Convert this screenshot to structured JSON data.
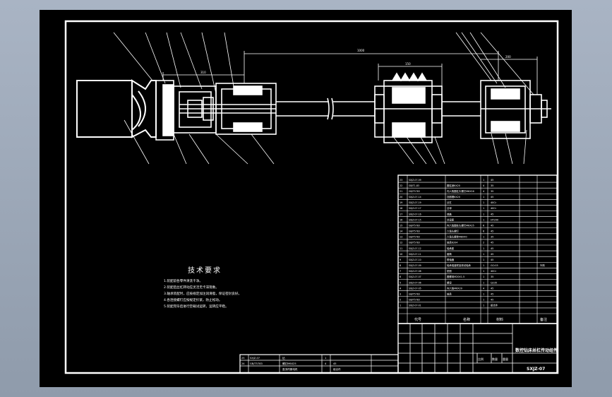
{
  "technical_requirements": {
    "title": "技术要求",
    "items": [
      "1.装配前各零件清洗干净。",
      "2.装配后丝杠转动应灵活无卡滞现象。",
      "3.轴承装配时，应按规定加注润滑脂，保证密封良好。",
      "4.各连接螺钉应按规定拧紧，防止松动。",
      "5.装配完毕后进行空载试运转，运转应平稳。"
    ]
  },
  "bom": {
    "headers": [
      "代号",
      "名称",
      "材料",
      "备注"
    ],
    "rows": [
      {
        "no": "23",
        "code": "SXJZ-07-09",
        "name": "",
        "qty": "1",
        "material": "45"
      },
      {
        "no": "22",
        "code": "GB/T1-83",
        "name": "圆柱销6X20",
        "qty": "4",
        "material": "35"
      },
      {
        "no": "21",
        "code": "GB/T5783",
        "name": "内六角圆柱头螺钉M6X16",
        "qty": "4",
        "material": "35"
      },
      {
        "no": "20",
        "code": "SXJZ-07-14",
        "name": "挡圈槽6X20",
        "qty": "1",
        "material": "45"
      },
      {
        "no": "19",
        "code": "SXJZ-07-19",
        "name": "丝杠",
        "qty": "1",
        "material": "40Cr"
      },
      {
        "no": "18",
        "code": "SXJZ-07-17",
        "name": "丝母",
        "qty": "1",
        "material": "40Cr"
      },
      {
        "no": "17",
        "code": "SXJZ-07-16",
        "name": "端盖",
        "qty": "1",
        "material": "45"
      },
      {
        "no": "16",
        "code": "SXJZ-07-15",
        "name": "丝母座",
        "qty": "1",
        "material": "HT200"
      },
      {
        "no": "15",
        "code": "GB/T5783",
        "name": "内六角圆柱头螺钉M6X25",
        "qty": "6",
        "material": "45"
      },
      {
        "no": "14",
        "code": "GB/T5783",
        "name": "六角头螺钉",
        "qty": "6",
        "material": "45"
      },
      {
        "no": "13",
        "code": "GB/T5783",
        "name": "六角头螺栓M8X40",
        "qty": "1",
        "material": "35"
      },
      {
        "no": "12",
        "code": "GB/T5783",
        "name": "轴承6204",
        "qty": "2",
        "material": "45"
      },
      {
        "no": "11",
        "code": "SXJZ-07-12",
        "name": "轴承座",
        "qty": "1",
        "material": "45"
      },
      {
        "no": "10",
        "code": "SXJZ-07-11",
        "name": "套筒",
        "qty": "1",
        "material": "45"
      },
      {
        "no": "9",
        "code": "SXJZ-07-10",
        "name": "联轴器",
        "qty": "1",
        "material": "45"
      },
      {
        "no": "8",
        "code": "SXJZ-07-09",
        "name": "轴承端盖联接滚动轴承",
        "qty": "1",
        "material": "GCr15",
        "note": "外购"
      },
      {
        "no": "7",
        "code": "SXJZ-07-08",
        "name": "垫圈",
        "qty": "1",
        "material": "40Cr"
      },
      {
        "no": "6",
        "code": "SXJZ-07-07",
        "name": "圆螺母M20X1.5",
        "qty": "1",
        "material": "35"
      },
      {
        "no": "5",
        "code": "SXJZ-07-06",
        "name": "螺母",
        "qty": "1",
        "material": "Q235"
      },
      {
        "no": "4",
        "code": "SXJZ-07-05",
        "name": "内六角M6X20",
        "qty": "4",
        "material": "45"
      },
      {
        "no": "3",
        "code": "GB/T5783",
        "name": "轴承",
        "qty": "1",
        "material": "45"
      },
      {
        "no": "2",
        "code": "GB/T5783",
        "name": "",
        "qty": "1",
        "material": "45"
      },
      {
        "no": "1",
        "code": "SXJZ-07-01",
        "name": "",
        "qty": "1",
        "material": "组合件"
      }
    ]
  },
  "title_block": {
    "title": "数控钻床丝杠传动组件",
    "drawing_no": "SXJZ-07",
    "scale_label": "比例",
    "qty_label": "数量",
    "weight_label": "重量",
    "material_label": "材料",
    "remark_label": "备注"
  },
  "extra_rows": [
    {
      "no": "25",
      "code": "SXJZ-07",
      "name": "钻",
      "qty": "1",
      "material": ""
    },
    {
      "no": "24",
      "code": "GB/T5783",
      "name": "螺钉M6X25",
      "qty": "4",
      "material": "45"
    },
    {
      "no": "",
      "code": "",
      "name": "直流伺服电机",
      "qty": "",
      "material": "组合件"
    }
  ],
  "dimensions": {
    "d1": "200",
    "d2": "150",
    "d3": "1000",
    "d4": "310"
  }
}
